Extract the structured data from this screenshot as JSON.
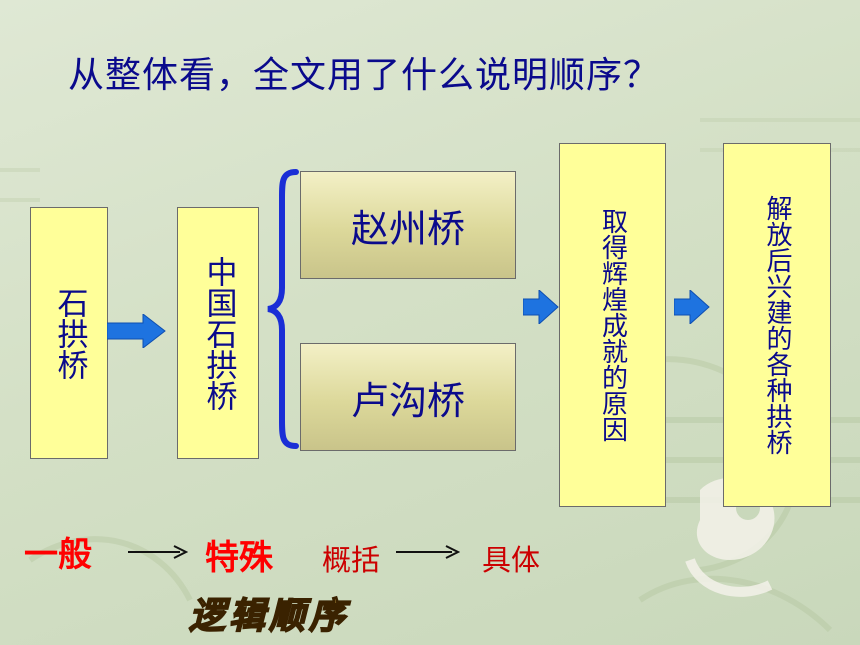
{
  "title": "从整体看，全文用了什么说明顺序？",
  "boxes": {
    "b1": "石拱桥",
    "b2": "中国石拱桥",
    "b3": "赵州桥",
    "b4": "卢沟桥",
    "b5": "取得辉煌成就的原因",
    "b6": "解放后兴建的各种拱桥"
  },
  "bottom": {
    "general": "一般",
    "special": "特殊",
    "summary": "概括",
    "concrete": "具体",
    "logic_order": "逻辑顺序"
  },
  "colors": {
    "title": "#0a0a8c",
    "box_fill": "#ffff99",
    "arrow": "#1e73e0",
    "brace": "#1a2ed6",
    "red": "#ff0000"
  }
}
